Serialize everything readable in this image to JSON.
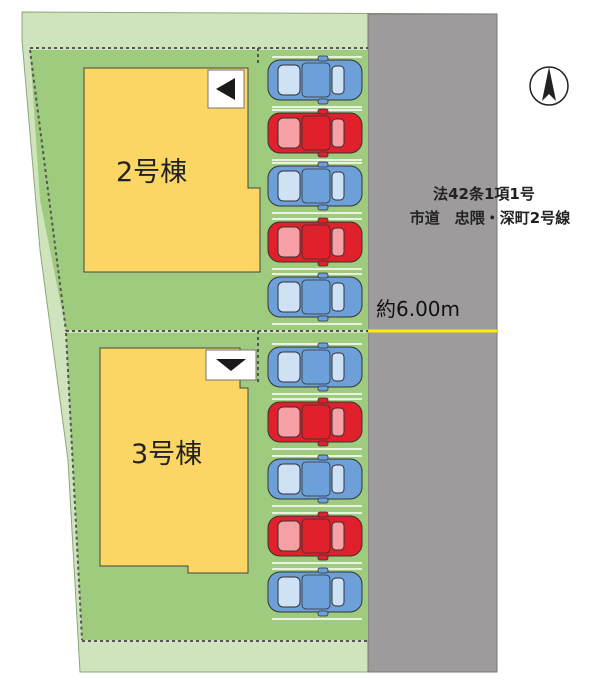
{
  "buildings": {
    "building_2": "2号棟",
    "building_3": "3号棟"
  },
  "road": {
    "line1": "法42条1項1号",
    "line2": "市道　忠隈・深町2号線",
    "width": "約6.00m"
  },
  "icons": {
    "north_arrow": "north-arrow-icon",
    "entrance_2": "left-triangle-marker",
    "entrance_3": "down-triangle-marker",
    "car": "car-icon"
  },
  "parking": {
    "cars": [
      "blue",
      "red",
      "blue",
      "red",
      "blue",
      "blue",
      "red",
      "blue",
      "red",
      "blue"
    ]
  },
  "colors": {
    "lot_green": "#9ecb7e",
    "building_yellow": "#fbd664",
    "road_gray": "#9d9b9c",
    "border_green": "#cfe4bd",
    "lot_divider": "#ffee00",
    "car_blue": "#6d9fd8",
    "car_red": "#e0202a"
  }
}
